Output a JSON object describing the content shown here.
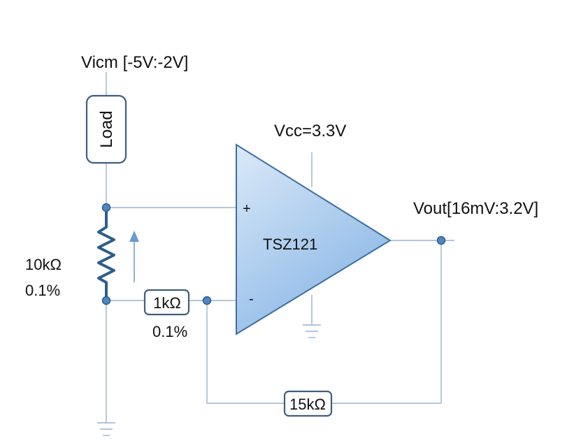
{
  "labels": {
    "vicm": "Vicm [-5V:-2V]",
    "load": "Load",
    "vcc": "Vcc=3.3V",
    "vout": "Vout[16mV:3.2V]",
    "opamp": "TSZ121",
    "plus": "+",
    "minus": "-",
    "r_sense_value": "10kΩ",
    "r_sense_tol": "0.1%",
    "r_in_value": "1kΩ",
    "r_in_tol": "0.1%",
    "r_fb_value": "15kΩ"
  },
  "colors": {
    "wire": "#9ab4cc",
    "resistor": "#2e5c8c",
    "pin": "#4f86bf",
    "opamp_fill_light": "#d8e8f8",
    "opamp_fill_dark": "#8fbbe8",
    "opamp_stroke": "#3f6f9f",
    "arrow": "#6a9bd1"
  },
  "icons": [
    "ground-icon",
    "current-arrow-icon",
    "resistor-zigzag-icon"
  ]
}
